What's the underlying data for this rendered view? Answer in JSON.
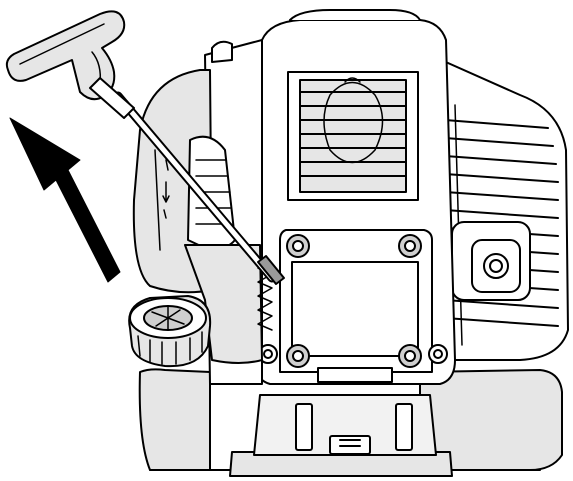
{
  "illustration": {
    "subject": "engine-starter-pull-illustration",
    "colors": {
      "line": "#000000",
      "fill_light": "#ffffff",
      "fill_shade": "#e6e6e6",
      "fill_mid": "#cfcfcf",
      "fill_dark": "#9a9a9a"
    },
    "icons": [
      "arrow-up-left",
      "starter-handle",
      "fuel-cap",
      "cooling-fins",
      "engine-housing"
    ]
  }
}
